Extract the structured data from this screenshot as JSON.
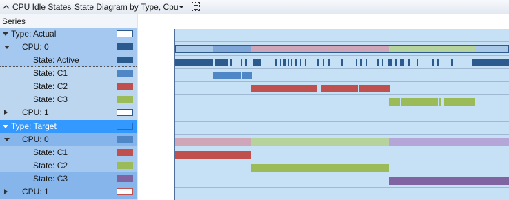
{
  "titlebar": {
    "title": "CPU Idle States",
    "view_dropdown": "State Diagram by Type, Cpu"
  },
  "series_panel": {
    "header": "Series",
    "rows": [
      {
        "label": "Type: Actual",
        "swatch": "#ffffff"
      },
      {
        "label": "CPU: 0",
        "swatch": "#2b5a8f"
      },
      {
        "label": "State: Active",
        "swatch": "#2b5a8f"
      },
      {
        "label": "State: C1",
        "swatch": "#4f86c6"
      },
      {
        "label": "State: C2",
        "swatch": "#c0504d"
      },
      {
        "label": "State: C3",
        "swatch": "#9bbb59"
      },
      {
        "label": "CPU: 1",
        "swatch": "#ffffff"
      },
      {
        "label": "Type: Target",
        "swatch": "#3399ff"
      },
      {
        "label": "CPU: 0",
        "swatch": "#4f86c6"
      },
      {
        "label": "State: C1",
        "swatch": "#c0504d"
      },
      {
        "label": "State: C2",
        "swatch": "#9bbb59"
      },
      {
        "label": "State: C3",
        "swatch": "#8064a2"
      },
      {
        "label": "CPU: 1",
        "swatch": "#ffffff"
      }
    ]
  },
  "colors": {
    "active": "#2b5a8f",
    "c1": "#4f86c6",
    "c2": "#c0504d",
    "c3": "#9bbb59",
    "c3_target": "#8064a2",
    "selection": "#3399ff",
    "graph_bg": "#c6e0f6"
  }
}
